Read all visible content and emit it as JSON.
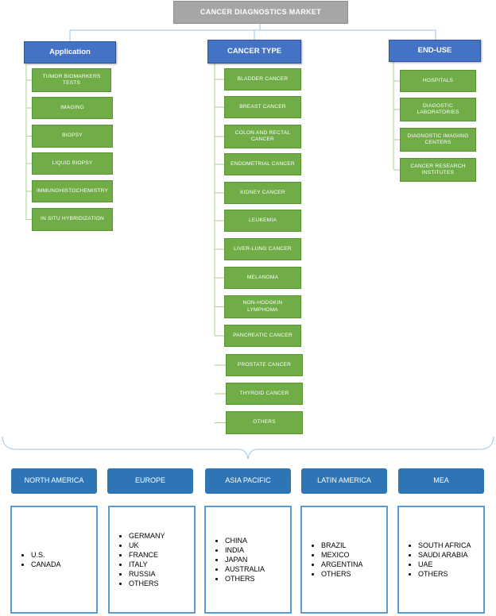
{
  "title": "CANCER DIAGNOSTICS MARKET",
  "segments": [
    {
      "label": "Application",
      "items": [
        "TUMOR BIOMARKERS TESTS",
        "IMAGING",
        "BIOPSY",
        "LIQUID BIOPSY",
        "IMMUNOHISTOCHEMISTRY",
        "IN SITU HYBRIDIZATION"
      ]
    },
    {
      "label": "CANCER TYPE",
      "items": [
        "BLADDER CANCER",
        "BREAST CANCER",
        "COLON AND RECTAL CANCER",
        "ENDOMETRIAL CANCER",
        "KIDNEY CANCER",
        "LEUKEMIA",
        "LIVER-LUNG CANCER",
        "MELANOMA",
        "NON-HODGKIN LYMPHOMA",
        "PANCREATIC CANCER",
        "PROSTATE CANCER",
        "THYROID CANCER",
        "OTHERS"
      ]
    },
    {
      "label": "END-USE",
      "items": [
        "HOSPITALS",
        "DIAGOSTIC LABORATORIES",
        "DIAGNOSTIC IMAGIING CENTERS",
        "CANCER RESEARCH INSTITUTES"
      ]
    }
  ],
  "regions": [
    {
      "label": "NORTH AMERICA",
      "countries": [
        "U.S.",
        "CANADA"
      ]
    },
    {
      "label": "EUROPE",
      "countries": [
        "GERMANY",
        "UK",
        "FRANCE",
        "ITALY",
        "RUSSIA",
        "OTHERS"
      ]
    },
    {
      "label": "ASIA PACIFIC",
      "countries": [
        "CHINA",
        "INDIA",
        "JAPAN",
        "AUSTRALIA",
        "OTHERS"
      ]
    },
    {
      "label": "LATIN AMERICA",
      "countries": [
        "BRAZIL",
        "MEXICO",
        "ARGENTINA",
        "OTHERS"
      ]
    },
    {
      "label": "MEA",
      "countries": [
        "SOUTH AFRICA",
        "SAUDI ARABIA",
        "UAE",
        "OTHERS"
      ]
    }
  ],
  "colors": {
    "title": "#a6a6a6",
    "heading": "#4472c4",
    "leaf": "#70ad47",
    "region": "#2e75b6",
    "list_border": "#5b9bd5",
    "connector": "#9dc3e6"
  }
}
